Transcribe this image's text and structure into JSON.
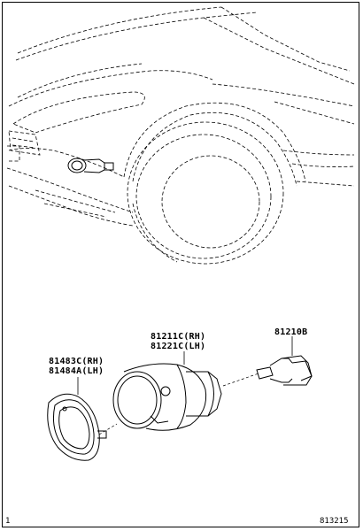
{
  "parts": {
    "bezel_rh": "81483C(RH)",
    "bezel_lh": "81484A(LH)",
    "lamp_rh": "81211C(RH)",
    "lamp_lh": "81221C(LH)",
    "bulb": "81210B"
  },
  "footer": {
    "left_mark": "1",
    "code": "813215"
  },
  "colors": {
    "ink": "#000000",
    "paper": "#ffffff"
  }
}
